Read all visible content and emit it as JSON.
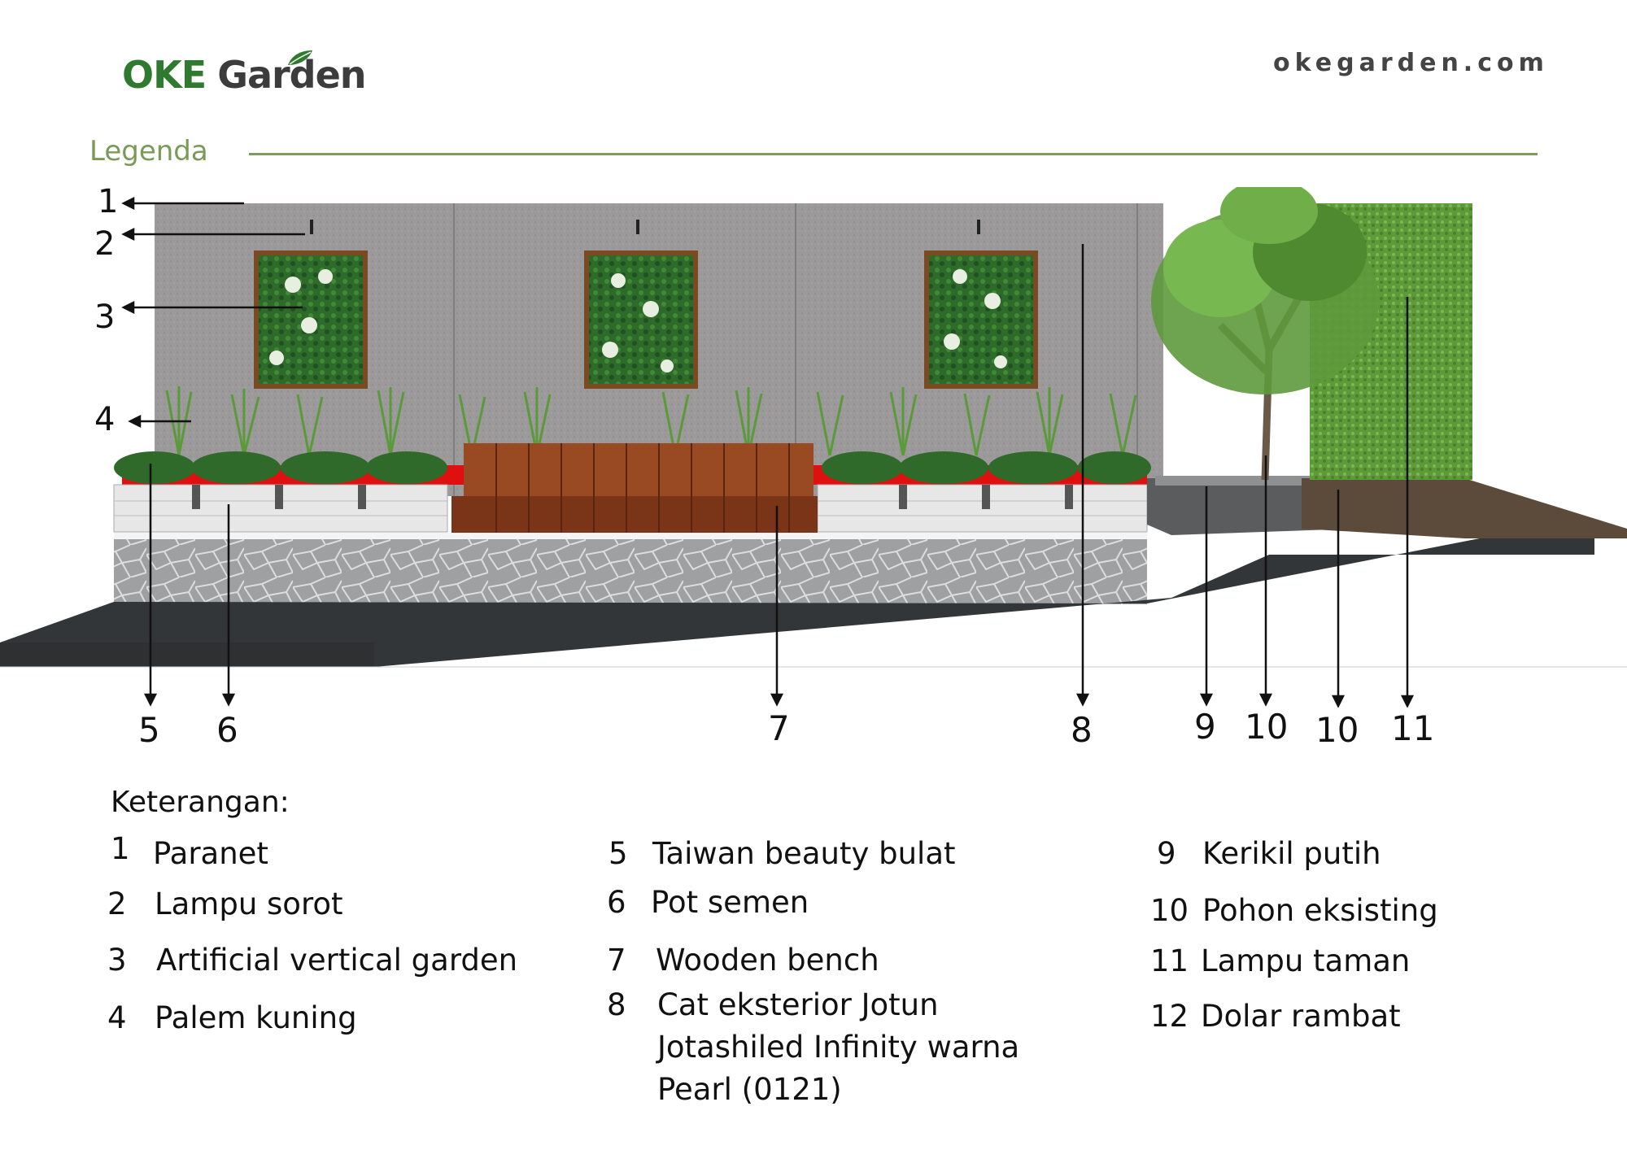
{
  "header": {
    "logo_part1": "OKE",
    "logo_part2": "Garden",
    "website": "okegarden.com",
    "section_title": "Legenda"
  },
  "callouts_left": [
    "1",
    "2",
    "3",
    "4"
  ],
  "callouts_bottom": [
    "5",
    "6",
    "7",
    "8",
    "9",
    "10",
    "10",
    "11"
  ],
  "legend": {
    "title": "Keterangan:",
    "items": [
      {
        "num": "1",
        "text": "Paranet"
      },
      {
        "num": "2",
        "text": "Lampu sorot"
      },
      {
        "num": "3",
        "text": "Artificial vertical garden"
      },
      {
        "num": "4",
        "text": "Palem kuning"
      },
      {
        "num": "5",
        "text": "Taiwan beauty bulat"
      },
      {
        "num": "6",
        "text": "Pot semen"
      },
      {
        "num": "7",
        "text": "Wooden bench"
      },
      {
        "num": "8",
        "text": "Cat eksterior Jotun"
      },
      {
        "num": "8",
        "text": "Jotashiled Infinity warna"
      },
      {
        "num": "8",
        "text": "Pearl (0121)"
      },
      {
        "num": "9",
        "text": "Kerikil putih"
      },
      {
        "num": "10",
        "text": "Pohon eksisting"
      },
      {
        "num": "11",
        "text": "Lampu taman"
      },
      {
        "num": "12",
        "text": "Dolar rambat"
      }
    ]
  },
  "colors": {
    "brand_green": "#2f7a2f",
    "accent_green": "#7f9a5a",
    "wall": "#9a9898",
    "wood": "#8a3a1c",
    "planter_red": "#e01010"
  }
}
